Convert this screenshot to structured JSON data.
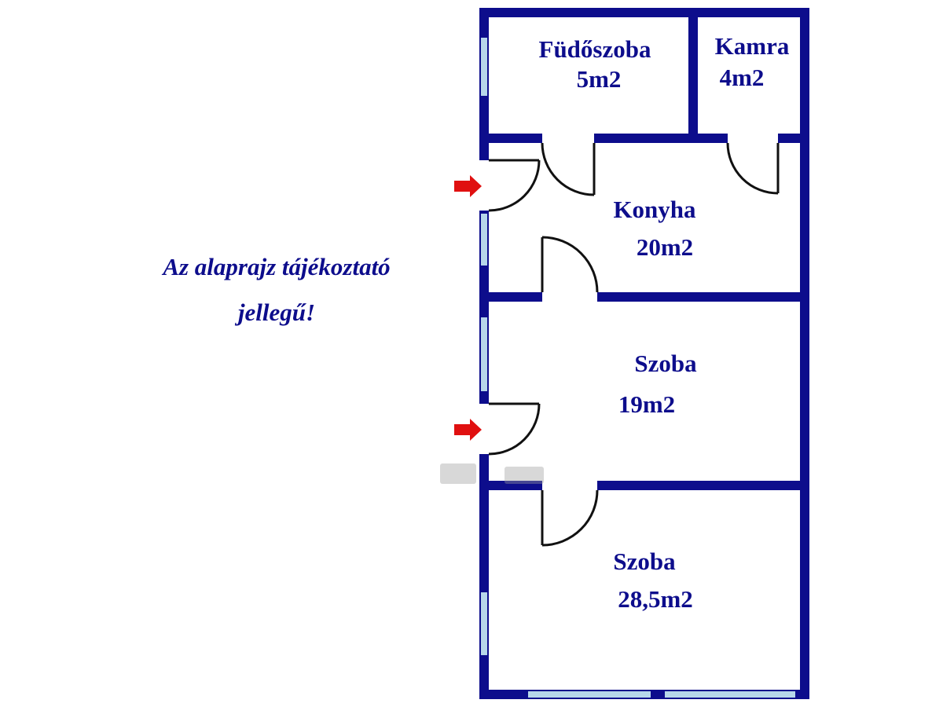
{
  "colors": {
    "wall": "#0d0d8c",
    "window": "#b7d7ea",
    "text": "#0d0d8c",
    "door": "#111111",
    "arrow": "#e01010",
    "background": "#ffffff"
  },
  "disclaimer": {
    "line1": "Az alaprajz tájékoztató",
    "line2": "jellegű!"
  },
  "rooms": [
    {
      "name": "Füdőszoba",
      "area": "5m2"
    },
    {
      "name": "Kamra",
      "area": "4m2"
    },
    {
      "name": "Konyha",
      "area": "20m2"
    },
    {
      "name": "Szoba",
      "area": "19m2"
    },
    {
      "name": "Szoba",
      "area": "28,5m2"
    }
  ]
}
